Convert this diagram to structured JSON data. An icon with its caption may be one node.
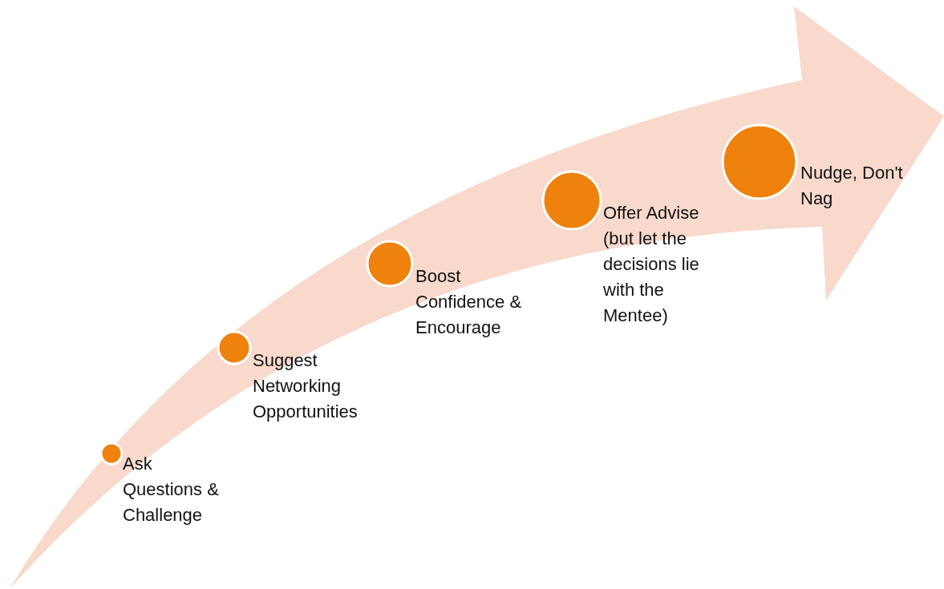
{
  "diagram": {
    "nodes": [
      {
        "text": [],
        "shape": "circle",
        "beside": [
          "Ask Questions & Challenge"
        ]
      },
      {
        "text": [],
        "shape": "circle",
        "beside": [
          "Suggest Networking Opportunities"
        ]
      },
      {
        "text": [],
        "shape": "circle",
        "beside": [
          "Boost Confidence & Encourage"
        ]
      },
      {
        "text": [],
        "shape": "circle",
        "beside": [
          "Offer Advise (but let the decisions lie with the Mentee)"
        ]
      },
      {
        "text": [],
        "shape": "circle",
        "beside": [
          "Nudge, Don't Nag"
        ]
      }
    ]
  }
}
